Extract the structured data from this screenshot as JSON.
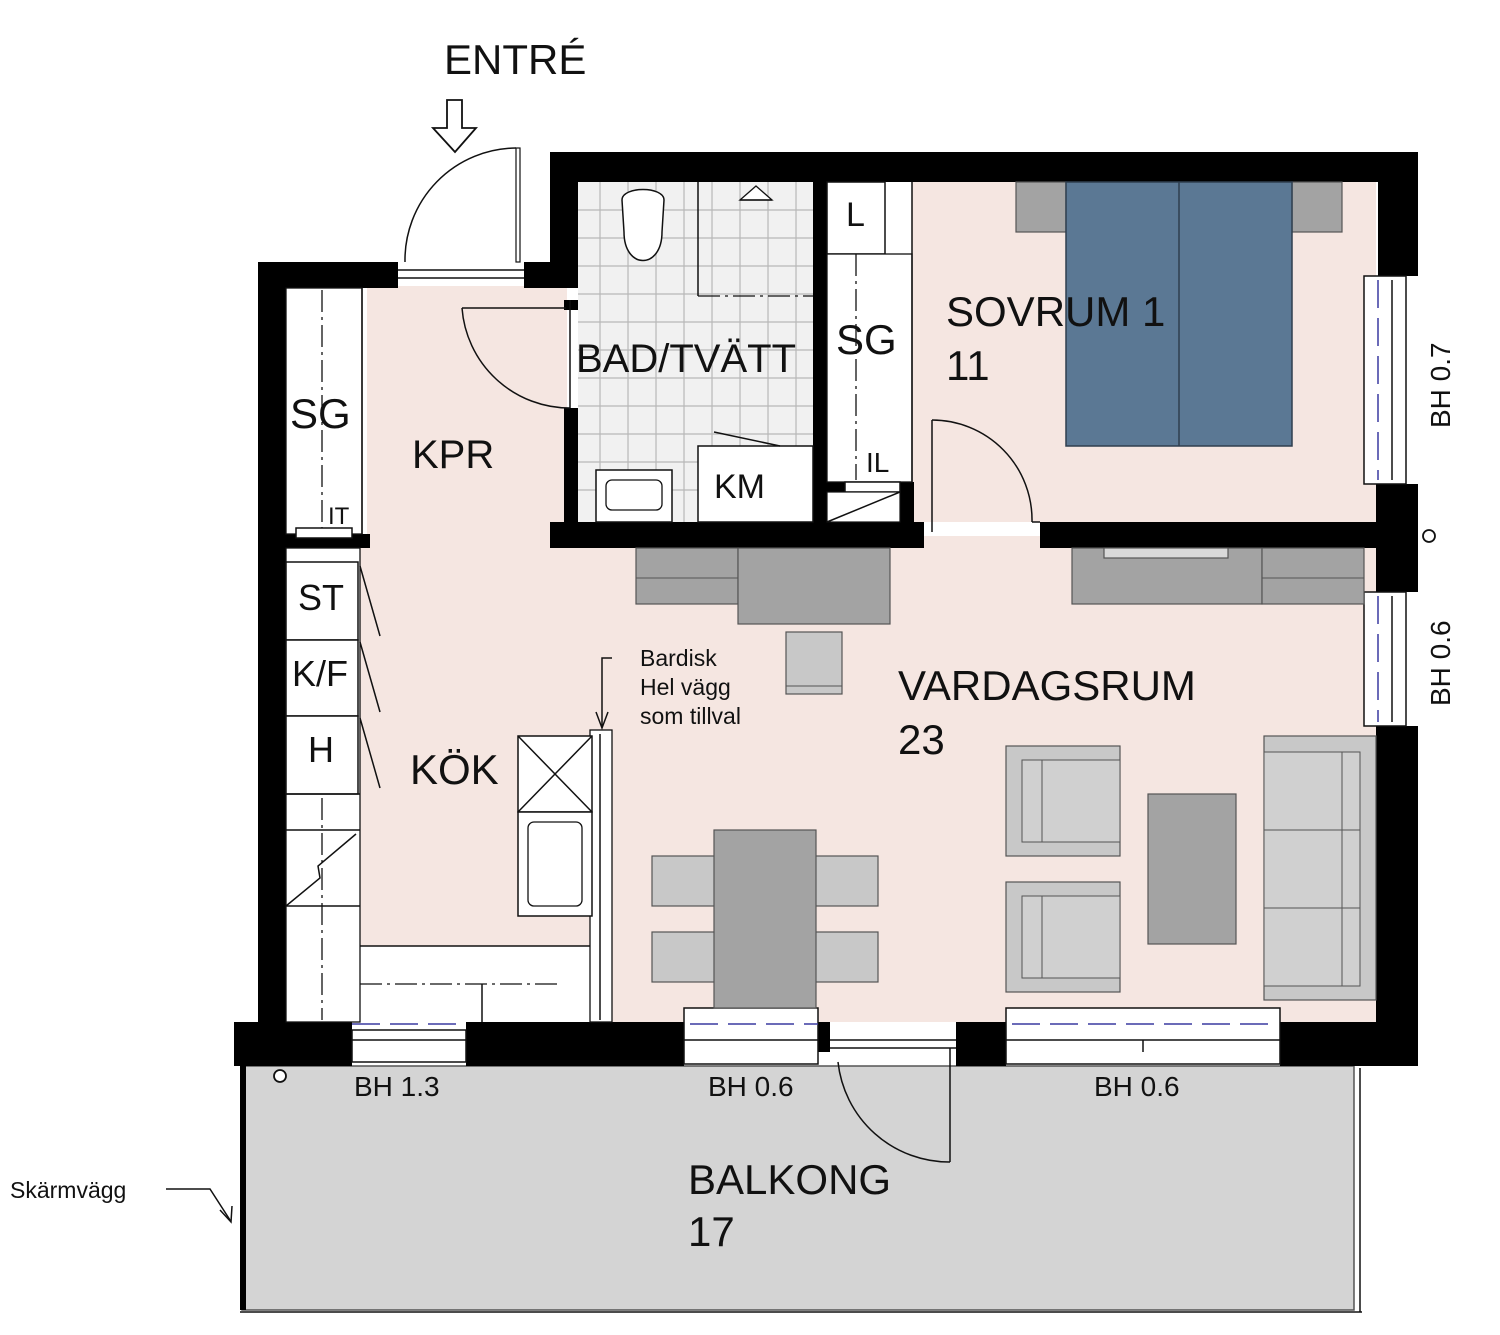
{
  "entrance": {
    "label": "ENTRÉ"
  },
  "rooms": {
    "kpr": {
      "label": "KPR"
    },
    "bad_tvatt": {
      "label": "BAD/TVÄTT"
    },
    "sovrum": {
      "label": "SOVRUM 1",
      "area": "11"
    },
    "vardagsrum": {
      "label": "VARDAGSRUM",
      "area": "23"
    },
    "kok": {
      "label": "KÖK"
    },
    "balkong": {
      "label": "BALKONG",
      "area": "17"
    }
  },
  "fixtures": {
    "sg_kpr": "SG",
    "sg_sovrum": "SG",
    "l": "L",
    "il": "IL",
    "it": "IT",
    "km": "KM",
    "st": "ST",
    "kf": "K/F",
    "h": "H"
  },
  "notes": {
    "bardisk_line1": "Bardisk",
    "bardisk_line2": "Hel vägg",
    "bardisk_line3": "som tillval",
    "skarmvagg": "Skärmvägg"
  },
  "windows": {
    "kok": "BH 1.3",
    "dining": "BH 0.6",
    "living": "BH 0.6",
    "sovrum_side": "BH 0.7",
    "vardagsrum_side": "BH 0.6"
  },
  "colors": {
    "floor": "#f5e6e1",
    "bed": "#5b7894",
    "balcony": "#d4d4d4",
    "wall": "#000000"
  }
}
